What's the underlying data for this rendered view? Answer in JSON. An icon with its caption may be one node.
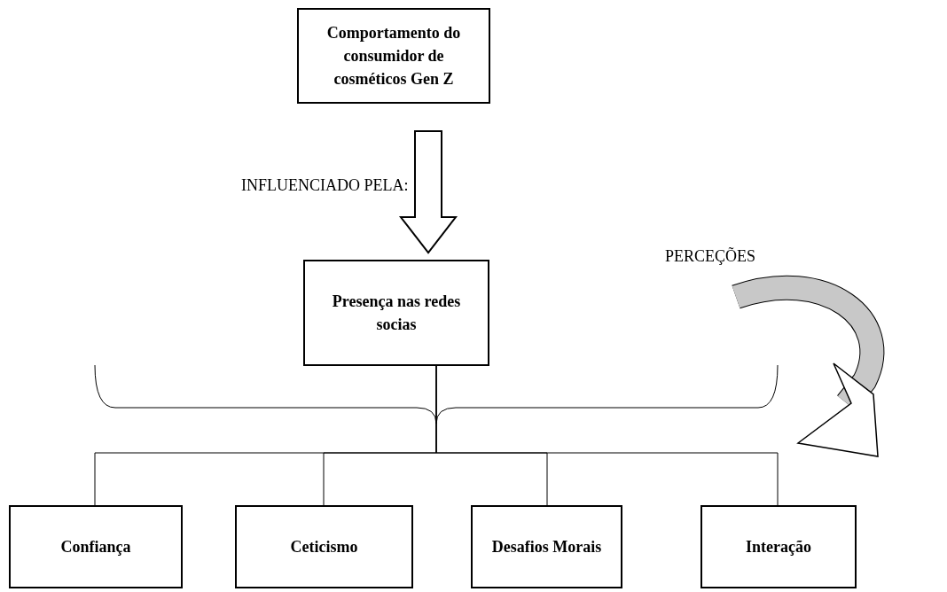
{
  "diagram": {
    "nodes": [
      {
        "text": [
          "Comportamento do consumidor de cosméticos Gen Z"
        ]
      },
      {
        "text": [
          "Presença nas redes socias"
        ]
      },
      {
        "text": [
          "Confiança"
        ]
      },
      {
        "text": [
          "Ceticismo"
        ]
      },
      {
        "text": [
          "Desafios Morais"
        ]
      },
      {
        "text": [
          "Interação"
        ]
      }
    ],
    "edges": [
      {
        "from": 0,
        "to": 1,
        "arrow": "to",
        "label": "INFLUENCIADO PELA:"
      },
      {
        "from": 1,
        "to": 2,
        "arrow": "none"
      },
      {
        "from": 1,
        "to": 3,
        "arrow": "none"
      },
      {
        "from": 1,
        "to": 4,
        "arrow": "none"
      },
      {
        "from": 1,
        "to": 5,
        "arrow": "none"
      }
    ],
    "labels": [
      "PERCEÇÕES"
    ]
  }
}
